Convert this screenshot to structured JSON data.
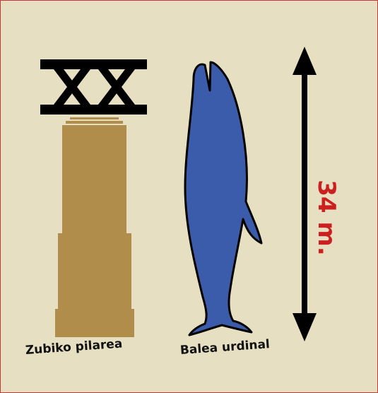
{
  "labels": {
    "pillar": "Zubiko pilarea",
    "whale": "Balea urdinal",
    "measurement": "34 m."
  },
  "colors": {
    "background": "#e6dfc1",
    "border": "#c23b3b",
    "pillar": "#b08d4a",
    "whale": "#3b5cab",
    "arrow": "#000000",
    "measurement_text": "#cc1f1f"
  },
  "icons": {
    "truss": "bridge-truss-icon",
    "arrow": "double-arrow-icon"
  }
}
